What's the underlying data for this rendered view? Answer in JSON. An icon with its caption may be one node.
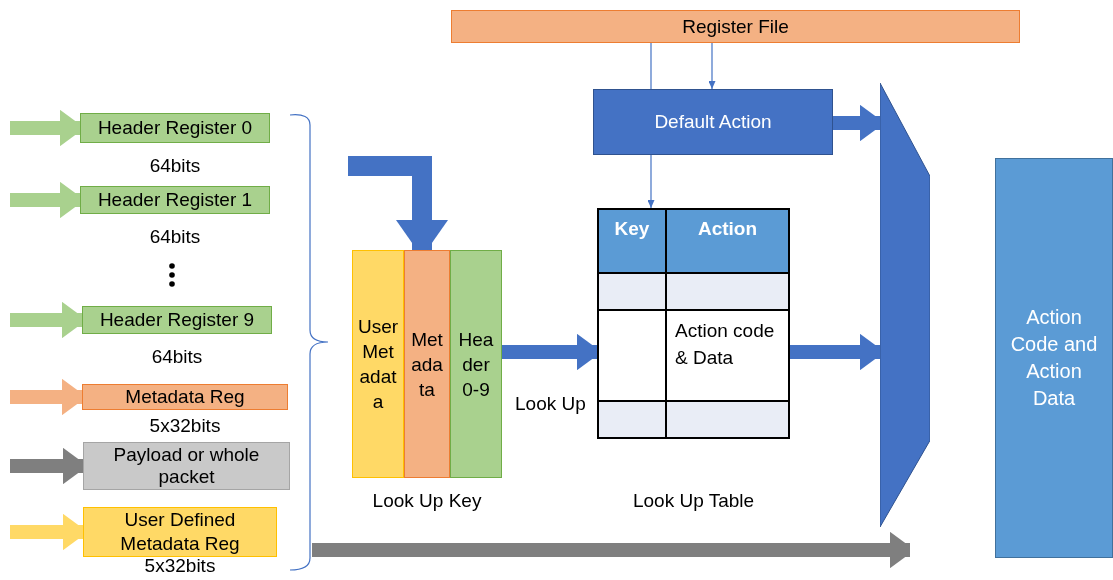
{
  "diagram": {
    "nodes": [
      {
        "text": [
          "Register File"
        ]
      },
      {
        "text": [
          "Default Action"
        ]
      },
      {
        "text": [
          "Header Register 0"
        ],
        "beside": [
          "64bits"
        ]
      },
      {
        "text": [
          "Header Register 1"
        ],
        "beside": [
          "64bits"
        ]
      },
      {
        "text": [
          "Header Register 9"
        ],
        "beside": [
          "64bits"
        ]
      },
      {
        "text": [
          "Metadata Reg"
        ],
        "beside": [
          "5x32bits"
        ]
      },
      {
        "text": [
          "Payload or whole packet"
        ]
      },
      {
        "text": [
          "User Defined Metadata Reg"
        ],
        "beside": [
          "5x32bits"
        ]
      },
      {
        "text": [
          "Look Up Key"
        ]
      },
      {
        "text": [
          "User Metadata"
        ],
        "in": 8
      },
      {
        "text": [
          "Metadata"
        ],
        "in": 8
      },
      {
        "text": [
          "Header 0-9"
        ],
        "in": 8
      },
      {
        "text": [
          "Key",
          "Action",
          "Action code & Data",
          "Look Up Table"
        ]
      },
      {
        "text": [],
        "shape": "trapezoid"
      },
      {
        "text": [
          "Action Code and Action Data"
        ]
      }
    ],
    "edges": [
      {
        "from": null,
        "to": 2,
        "arrow": "to",
        "color": "#a9d18e"
      },
      {
        "from": null,
        "to": 3,
        "arrow": "to",
        "color": "#a9d18e"
      },
      {
        "from": null,
        "to": 4,
        "arrow": "to",
        "color": "#a9d18e"
      },
      {
        "from": null,
        "to": 5,
        "arrow": "to",
        "color": "#f4b183"
      },
      {
        "from": null,
        "to": 6,
        "arrow": "to",
        "color": "#7f7f7f"
      },
      {
        "from": null,
        "to": 7,
        "arrow": "to",
        "color": "#ffd966"
      },
      {
        "from": 0,
        "to": 1,
        "arrow": "to"
      },
      {
        "from": 0,
        "to": 1,
        "arrow": "none"
      },
      {
        "from": 1,
        "to": 12,
        "arrow": "to"
      },
      {
        "from": null,
        "to": 8,
        "arrow": "to"
      },
      {
        "from": 8,
        "to": 12,
        "arrow": "to",
        "label": "Look Up"
      },
      {
        "from": 1,
        "to": 13,
        "arrow": "to"
      },
      {
        "from": 12,
        "to": 13,
        "arrow": "to"
      },
      {
        "from": null,
        "to": 13,
        "arrow": "to",
        "color": "#7f7f7f"
      }
    ]
  }
}
